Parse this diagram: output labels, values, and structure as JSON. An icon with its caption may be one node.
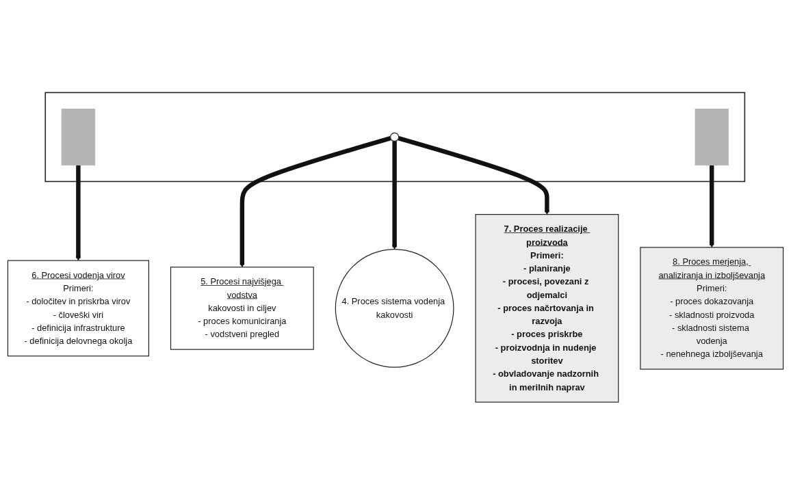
{
  "diagram": {
    "nodes": [
      {
        "text": [
          "5. Procesi najvišjega vodstva",
          "kakovosti in ciljev",
          "- proces komuniciranja",
          "- vodstveni pregled"
        ]
      },
      {
        "text": [
          "4. Proces sistema vodenja kakovosti"
        ]
      },
      {
        "text": [],
        "shape": "box"
      },
      {
        "text": [],
        "shape": "bar",
        "in": 2
      },
      {
        "text": [],
        "shape": "circle",
        "in": 2
      },
      {
        "text": [],
        "shape": "bar",
        "in": 2
      },
      {
        "text": [
          "6. Procesi vodenja virov",
          "Primeri:",
          "- določitev in priskrba virov",
          "- človeški viri",
          "- definicija infrastrukture",
          "- definicija delovnega okolja"
        ]
      },
      {
        "text": [
          "8. Proces merjenja, analiziranja in izboljševanja",
          "Primeri:",
          "- proces dokazovanja",
          "- skladnosti proizvoda",
          "- skladnosti sistema vodenja",
          "- nenehnega izboljševanja"
        ]
      },
      {
        "text": [
          "7. Proces realizacije proizvoda",
          "Primeri:",
          "- planiranje",
          "- procesi, povezani z odjemalci",
          "- proces načrtovanja in razvoja",
          "- proces priskrbe",
          "- proizvodnja in nudenje storitev",
          "- obvladovanje nadzornih in merilnih naprav"
        ]
      }
    ],
    "edges": [
      {
        "from": 4,
        "to": 0,
        "arrow": "to"
      },
      {
        "from": 4,
        "to": 1,
        "arrow": "to"
      },
      {
        "from": 3,
        "to": 6,
        "arrow": "to"
      },
      {
        "from": 5,
        "to": 7,
        "arrow": "to"
      },
      {
        "from": 4,
        "to": 8,
        "arrow": "to"
      }
    ]
  }
}
